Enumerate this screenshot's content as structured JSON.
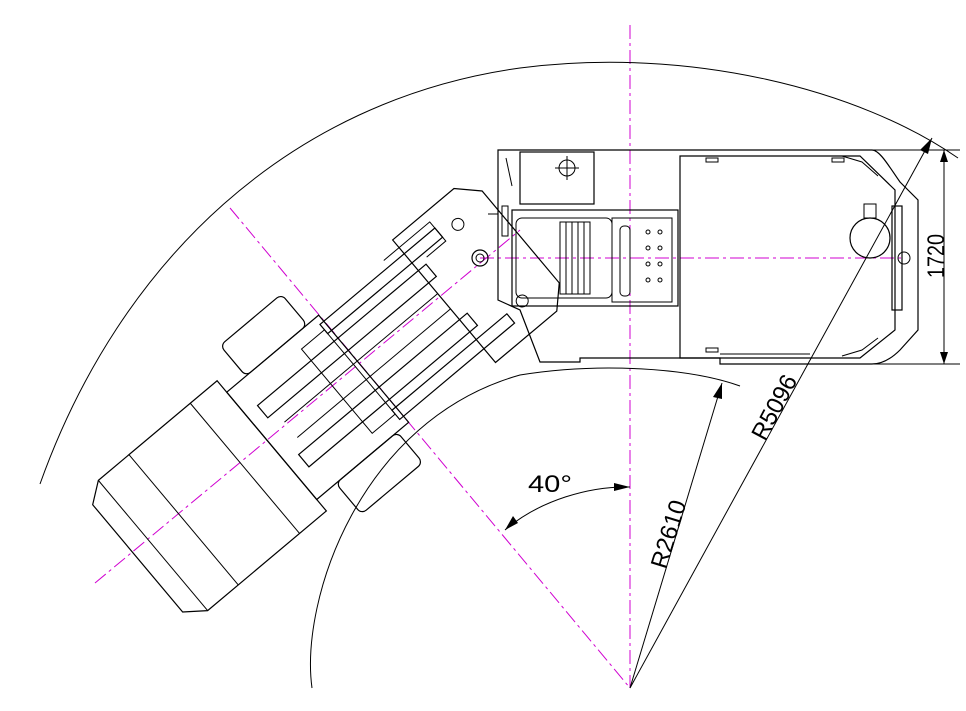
{
  "drawing": {
    "colors": {
      "line": "#000000",
      "centerline": "#d000d0",
      "background": "#ffffff"
    }
  },
  "dimensions": {
    "angle": "40°",
    "inner_radius": "R2610",
    "outer_radius": "R5096",
    "width": "1720"
  }
}
